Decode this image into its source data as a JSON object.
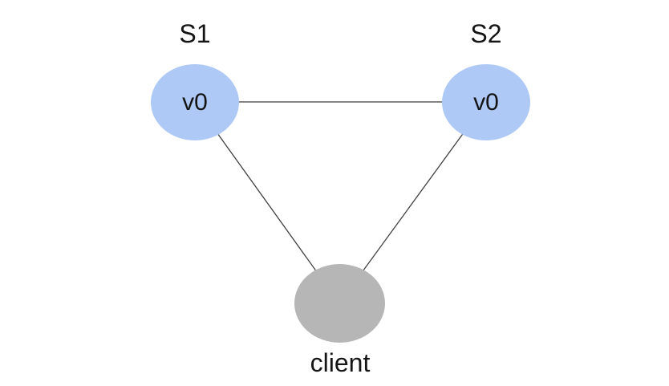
{
  "diagram": {
    "background_color": "#ffffff",
    "edge_color": "#3f3f3f",
    "text_color": "#151515",
    "server_fill": "#aec9f6",
    "client_fill": "#b6b6b6",
    "nodes": [
      {
        "id": "S1",
        "title": "S1",
        "label": "v0",
        "fill": "#aec9f6",
        "shape": "ellipse"
      },
      {
        "id": "S2",
        "title": "S2",
        "label": "v0",
        "fill": "#aec9f6",
        "shape": "ellipse"
      },
      {
        "id": "client",
        "title": "",
        "label": "client",
        "fill": "#b6b6b6",
        "shape": "ellipse"
      }
    ],
    "edges": [
      {
        "from": "S1",
        "to": "S2"
      },
      {
        "from": "S1",
        "to": "client"
      },
      {
        "from": "S2",
        "to": "client"
      }
    ]
  }
}
